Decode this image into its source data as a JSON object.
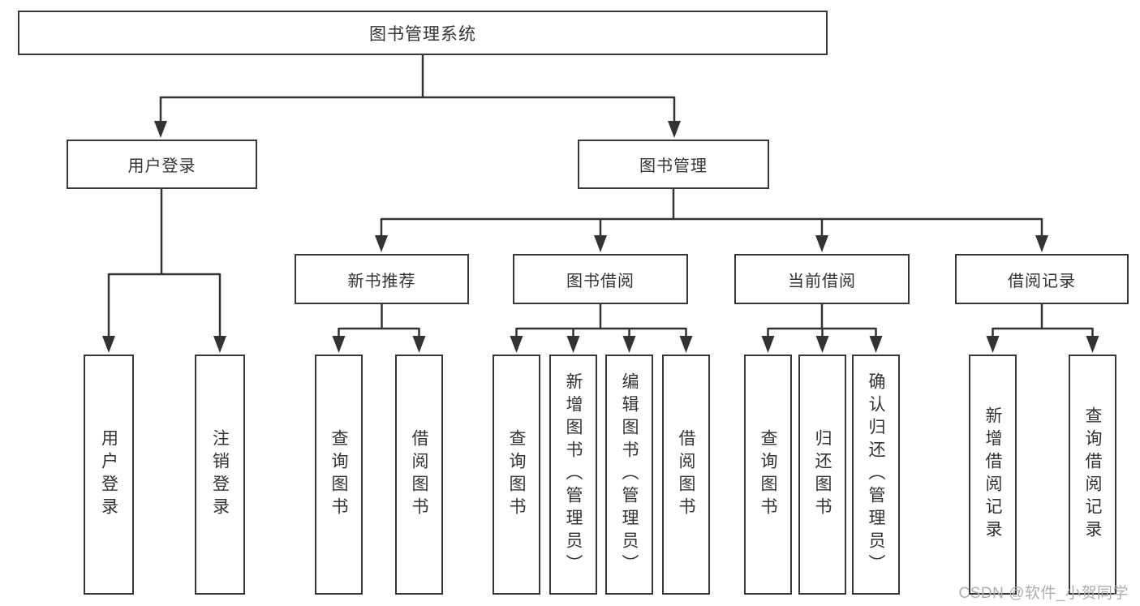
{
  "diagram": {
    "tree": {
      "label": "图书管理系统",
      "children": [
        {
          "label": "用户登录",
          "children": [
            {
              "label": "用户登录"
            },
            {
              "label": "注销登录"
            }
          ]
        },
        {
          "label": "图书管理",
          "children": [
            {
              "label": "新书推荐",
              "children": [
                {
                  "label": "查询图书"
                },
                {
                  "label": "借阅图书"
                }
              ]
            },
            {
              "label": "图书借阅",
              "children": [
                {
                  "label": "查询图书"
                },
                {
                  "label": "新增图书（管理员）"
                },
                {
                  "label": "编辑图书（管理员）"
                },
                {
                  "label": "借阅图书"
                }
              ]
            },
            {
              "label": "当前借阅",
              "children": [
                {
                  "label": "查询图书"
                },
                {
                  "label": "归还图书"
                },
                {
                  "label": "确认归还（管理员）"
                }
              ]
            },
            {
              "label": "借阅记录",
              "children": [
                {
                  "label": "新增借阅记录"
                },
                {
                  "label": "查询借阅记录"
                }
              ]
            }
          ]
        }
      ]
    }
  },
  "watermark": "CSDN @软件_小贺同学",
  "colors": {
    "line": "#333333",
    "box_border": "#383838",
    "text": "#333333",
    "watermark": "#aeaeae",
    "background": "#ffffff"
  }
}
